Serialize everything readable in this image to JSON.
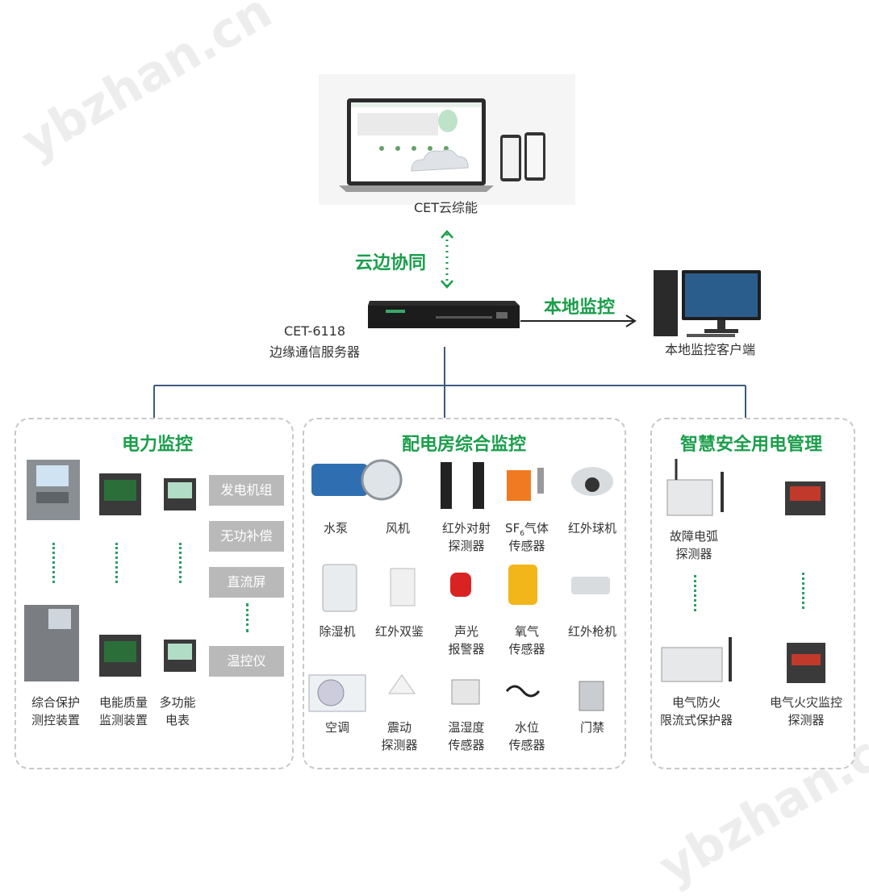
{
  "watermark": "ybzhan.cn",
  "cloud": {
    "label": "CET云综能"
  },
  "link_cloud_edge": {
    "label": "云边协同"
  },
  "link_local": {
    "label": "本地监控"
  },
  "server": {
    "model": "CET-6118",
    "name": "边缘通信服务器"
  },
  "client": {
    "label": "本地监控客户端"
  },
  "power_panel": {
    "title": "电力监控",
    "devices": [
      {
        "label1": "综合保护",
        "label2": "测控装置"
      },
      {
        "label1": "电能质量",
        "label2": "监测装置"
      },
      {
        "label1": "多功能",
        "label2": "电表"
      }
    ],
    "buttons": [
      "发电机组",
      "无功补偿",
      "直流屏",
      "温控仪"
    ]
  },
  "room_panel": {
    "title": "配电房综合监控",
    "items": [
      {
        "l1": "水泵",
        "l2": ""
      },
      {
        "l1": "风机",
        "l2": ""
      },
      {
        "l1": "红外对射",
        "l2": "探测器"
      },
      {
        "l1": "SF",
        "sub": "6",
        "l1b": "气体",
        "l2": "传感器"
      },
      {
        "l1": "红外球机",
        "l2": ""
      },
      {
        "l1": "除湿机",
        "l2": ""
      },
      {
        "l1": "红外双鉴",
        "l2": ""
      },
      {
        "l1": "声光",
        "l2": "报警器"
      },
      {
        "l1": "氧气",
        "l2": "传感器"
      },
      {
        "l1": "红外枪机",
        "l2": ""
      },
      {
        "l1": "空调",
        "l2": ""
      },
      {
        "l1": "震动",
        "l2": "探测器"
      },
      {
        "l1": "温湿度",
        "l2": "传感器"
      },
      {
        "l1": "水位",
        "l2": "传感器"
      },
      {
        "l1": "门禁",
        "l2": ""
      }
    ]
  },
  "safety_panel": {
    "title": "智慧安全用电管理",
    "items": [
      {
        "l1": "故障电弧",
        "l2": "探测器"
      },
      {
        "l1": "电气防火",
        "l2": "限流式保护器"
      },
      {
        "l1": "电气火灾监控",
        "l2": "探测器"
      }
    ]
  },
  "colors": {
    "accent_green": "#1b9e4b",
    "line_blue": "#3d5a80",
    "button_gray": "#b9b9b9"
  }
}
